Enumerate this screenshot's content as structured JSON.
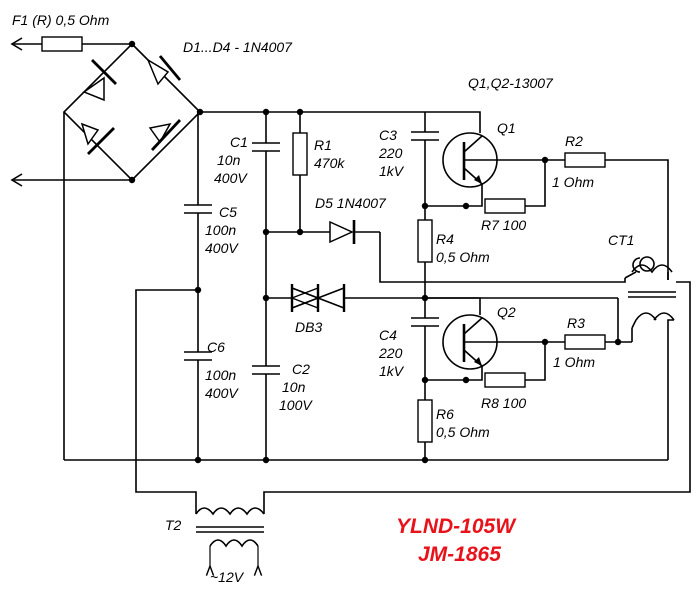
{
  "labels": {
    "fuse": "F1 (R) 0,5 Ohm",
    "bridge": "D1...D4 - 1N4007",
    "transistors": "Q1,Q2-13007",
    "q1": "Q1",
    "q2": "Q2",
    "c1": [
      "C1",
      "10n",
      "400V"
    ],
    "r1": [
      "R1",
      "470k"
    ],
    "c3": [
      "C3",
      "220",
      "1kV"
    ],
    "r2": [
      "R2",
      "1 Ohm"
    ],
    "r7": "R7 100",
    "d5": "D5  1N4007",
    "c5": [
      "C5",
      "100n",
      "400V"
    ],
    "r4": [
      "R4",
      "0,5 Ohm"
    ],
    "ct1": "CT1",
    "db3": "DB3",
    "c6": [
      "C6",
      "100n",
      "400V"
    ],
    "c4": [
      "C4",
      "220",
      "1kV"
    ],
    "r3": [
      "R3",
      "1 Ohm"
    ],
    "c2": [
      "C2",
      "10n",
      "100V"
    ],
    "r8": "R8 100",
    "r6": [
      "R6",
      "0,5 Ohm"
    ],
    "t2": "T2",
    "output": "~12V"
  },
  "title": {
    "line1": "YLND-105W",
    "line2": "JM-1865",
    "color": "#e8121b"
  }
}
